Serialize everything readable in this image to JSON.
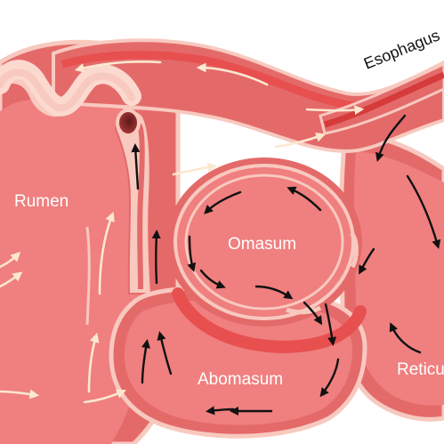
{
  "labels": {
    "rumen": "Rumen",
    "omasum": "Omasum",
    "abomasum": "Abomasum",
    "reticulum": "Reticu",
    "esophagus": "Esophagus"
  },
  "colors": {
    "outer_wall": "#e46a6a",
    "lining": "#f8c9bf",
    "chamber": "#f07f7f",
    "deep_tissue": "#e84f4f",
    "tube_core": "#d53b3b",
    "light_arrow": "#fbe8d0",
    "dark_arrow": "#111111"
  },
  "icons": [
    "flow-arrow-light-icon",
    "flow-arrow-dark-icon"
  ]
}
